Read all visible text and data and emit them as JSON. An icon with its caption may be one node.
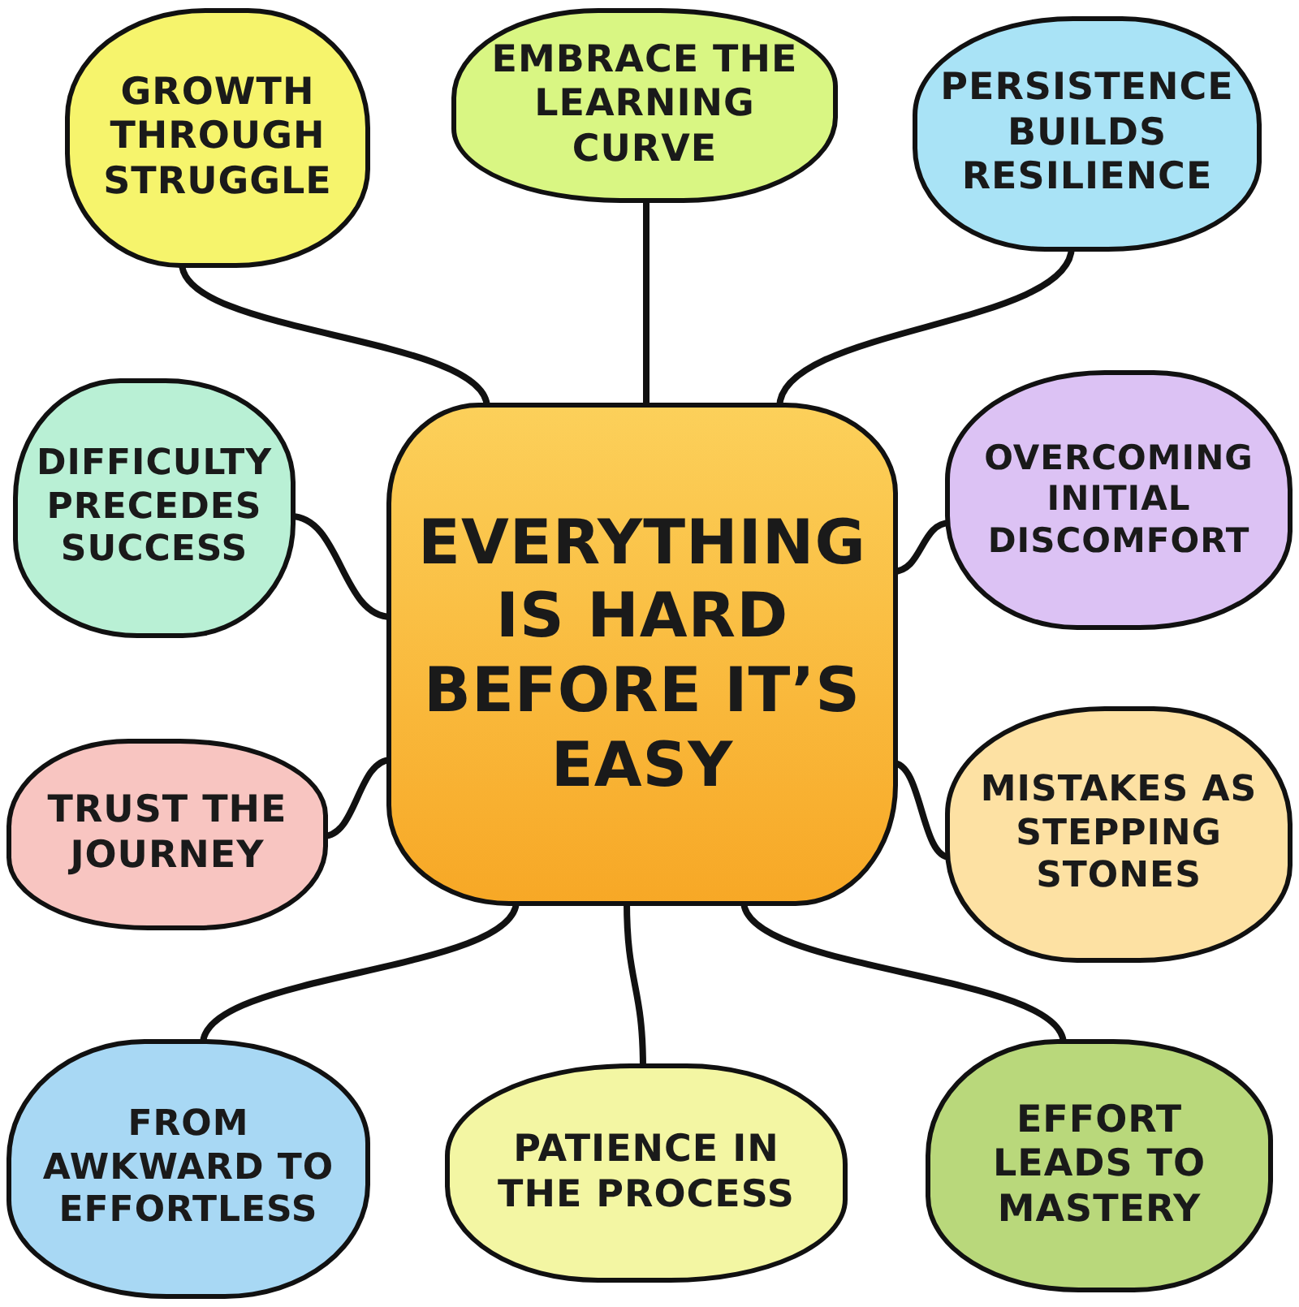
{
  "diagram": {
    "nodes": [
      {
        "text": [
          "EVERYTHING IS HARD BEFORE IT’S EASY"
        ]
      },
      {
        "text": [
          "GROWTH THROUGH STRUGGLE"
        ]
      },
      {
        "text": [
          "EMBRACE THE LEARNING CURVE"
        ]
      },
      {
        "text": [
          "PERSISTENCE BUILDS RESILIENCE"
        ]
      },
      {
        "text": [
          "DIFFICULTY PRECEDES SUCCESS"
        ]
      },
      {
        "text": [
          "OVERCOMING INITIAL DISCOMFORT"
        ]
      },
      {
        "text": [
          "TRUST THE JOURNEY"
        ]
      },
      {
        "text": [
          "MISTAKES AS STEPPING STONES"
        ]
      },
      {
        "text": [
          "FROM AWKWARD TO EFFORTLESS"
        ]
      },
      {
        "text": [
          "PATIENCE IN THE PROCESS"
        ]
      },
      {
        "text": [
          "EFFORT LEADS TO MASTERY"
        ]
      }
    ],
    "edges": [
      {
        "from": 0,
        "to": 1,
        "arrow": "none"
      },
      {
        "from": 0,
        "to": 2,
        "arrow": "none"
      },
      {
        "from": 0,
        "to": 3,
        "arrow": "none"
      },
      {
        "from": 0,
        "to": 4,
        "arrow": "none"
      },
      {
        "from": 0,
        "to": 5,
        "arrow": "none"
      },
      {
        "from": 0,
        "to": 6,
        "arrow": "none"
      },
      {
        "from": 0,
        "to": 7,
        "arrow": "none"
      },
      {
        "from": 0,
        "to": 8,
        "arrow": "none"
      },
      {
        "from": 0,
        "to": 9,
        "arrow": "none"
      },
      {
        "from": 0,
        "to": 10,
        "arrow": "none"
      }
    ]
  }
}
